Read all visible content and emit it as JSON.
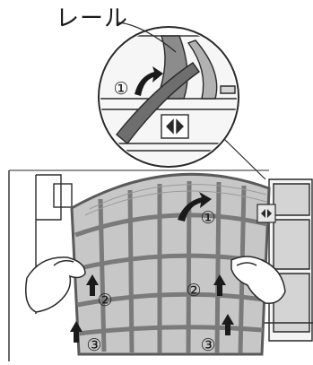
{
  "callout": {
    "label": "レール"
  },
  "steps": {
    "lift": "①",
    "pull_left": "②",
    "pull_right": "②",
    "lower_left": "③",
    "lower_right": "③",
    "zoom_lift": "①"
  },
  "icons": {
    "arrow": "arrow-up-icon",
    "latch": "latch-icon"
  },
  "colors": {
    "line": "#2a2a2a",
    "mesh": "#c7c7c7",
    "frame": "#8c8c8c",
    "background": "#ffffff"
  }
}
